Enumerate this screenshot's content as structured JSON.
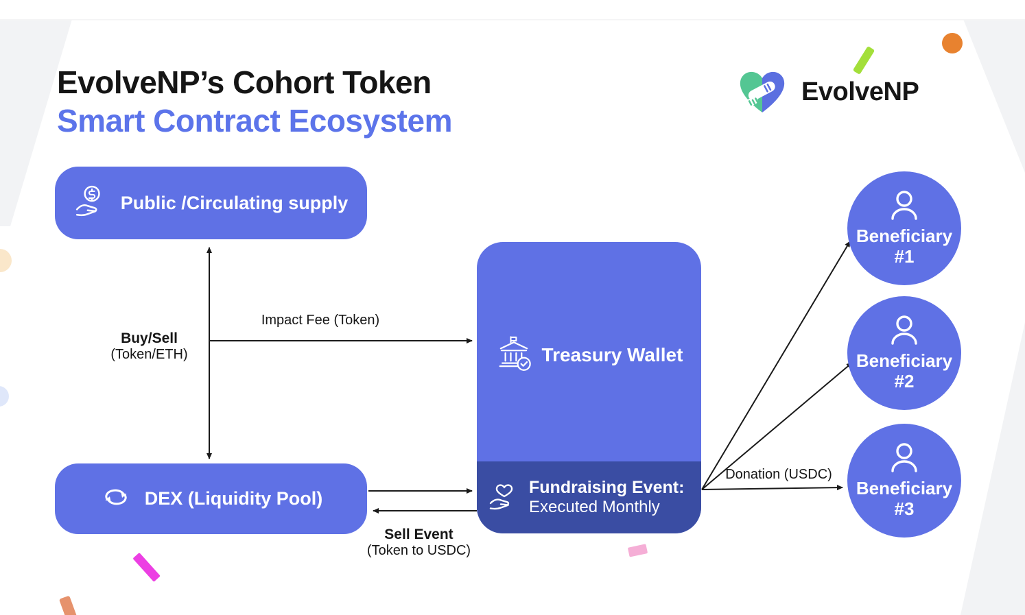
{
  "title": {
    "line1": "EvolveNP’s Cohort Token",
    "line2": "Smart Contract Ecosystem"
  },
  "logo": {
    "text": "EvolveNP",
    "icon": "handshake-heart-icon"
  },
  "nodes": {
    "public_supply": {
      "label": "Public /Circulating supply",
      "icon": "dollar-hand-icon"
    },
    "dex": {
      "label": "DEX (Liquidity Pool)",
      "icon": "cycle-icon"
    },
    "treasury": {
      "label": "Treasury Wallet",
      "icon": "bank-check-icon"
    },
    "fundraising": {
      "line1": "Fundraising Event:",
      "line2": "Executed Monthly",
      "icon": "heart-hand-icon"
    },
    "beneficiaries": [
      {
        "label": "Beneficiary",
        "number": "#1",
        "icon": "person-icon"
      },
      {
        "label": "Beneficiary",
        "number": "#2",
        "icon": "person-icon"
      },
      {
        "label": "Beneficiary",
        "number": "#3",
        "icon": "person-icon"
      }
    ]
  },
  "edges": {
    "buy_sell": {
      "label_bold": "Buy/Sell",
      "label_regular": "(Token/ETH)"
    },
    "impact_fee": {
      "label": "Impact Fee (Token)"
    },
    "sell_event": {
      "label_bold": "Sell Event",
      "label_regular": "(Token to USDC)"
    },
    "donation": {
      "label": "Donation (USDC)"
    }
  },
  "colors": {
    "node_blue": "#5F71E5",
    "fundraising_navy": "#3A4DA3",
    "accent_blue": "#5C74EA",
    "logo_green": "#54C693",
    "confetti_lime": "#A3DF3A",
    "confetti_orange": "#E8822F",
    "confetti_magenta": "#EC3FE3",
    "confetti_salmon": "#E6926C",
    "confetti_pink": "#F5AED6"
  }
}
